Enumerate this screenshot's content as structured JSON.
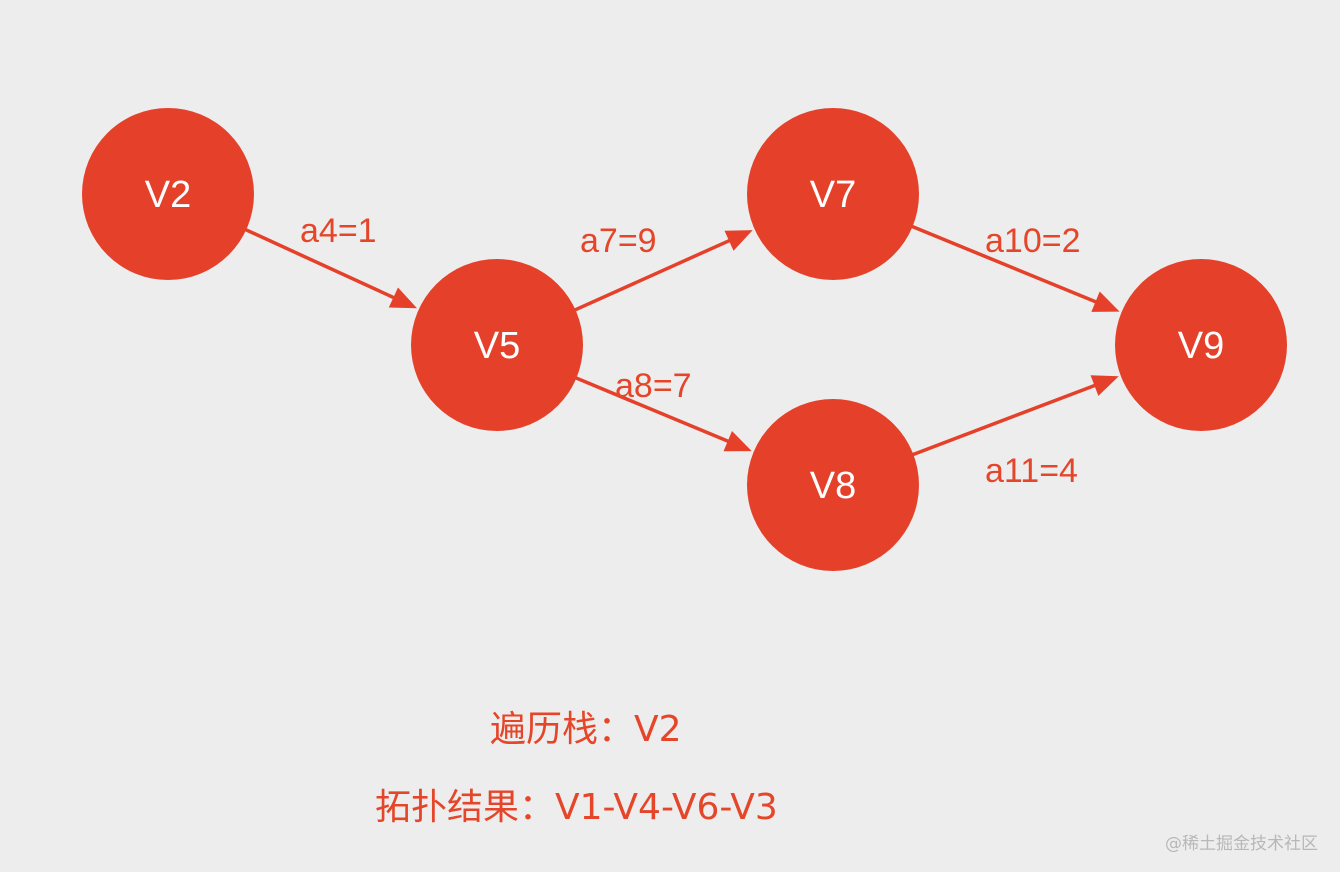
{
  "colors": {
    "node_fill": "#e5402a",
    "edge": "#e5402a",
    "text_accent": "#e5462a",
    "background": "#ededed",
    "node_text": "#ffffff"
  },
  "nodes": [
    {
      "id": "V2",
      "label": "V2"
    },
    {
      "id": "V5",
      "label": "V5"
    },
    {
      "id": "V7",
      "label": "V7"
    },
    {
      "id": "V8",
      "label": "V8"
    },
    {
      "id": "V9",
      "label": "V9"
    }
  ],
  "edges": [
    {
      "from": "V2",
      "to": "V5",
      "label": "a4=1"
    },
    {
      "from": "V5",
      "to": "V7",
      "label": "a7=9"
    },
    {
      "from": "V5",
      "to": "V8",
      "label": "a8=7"
    },
    {
      "from": "V7",
      "to": "V9",
      "label": "a10=2"
    },
    {
      "from": "V8",
      "to": "V9",
      "label": "a11=4"
    }
  ],
  "captions": {
    "stack": "遍历栈：V2",
    "result": "拓扑结果：V1-V4-V6-V3"
  },
  "watermark": "@稀土掘金技术社区"
}
